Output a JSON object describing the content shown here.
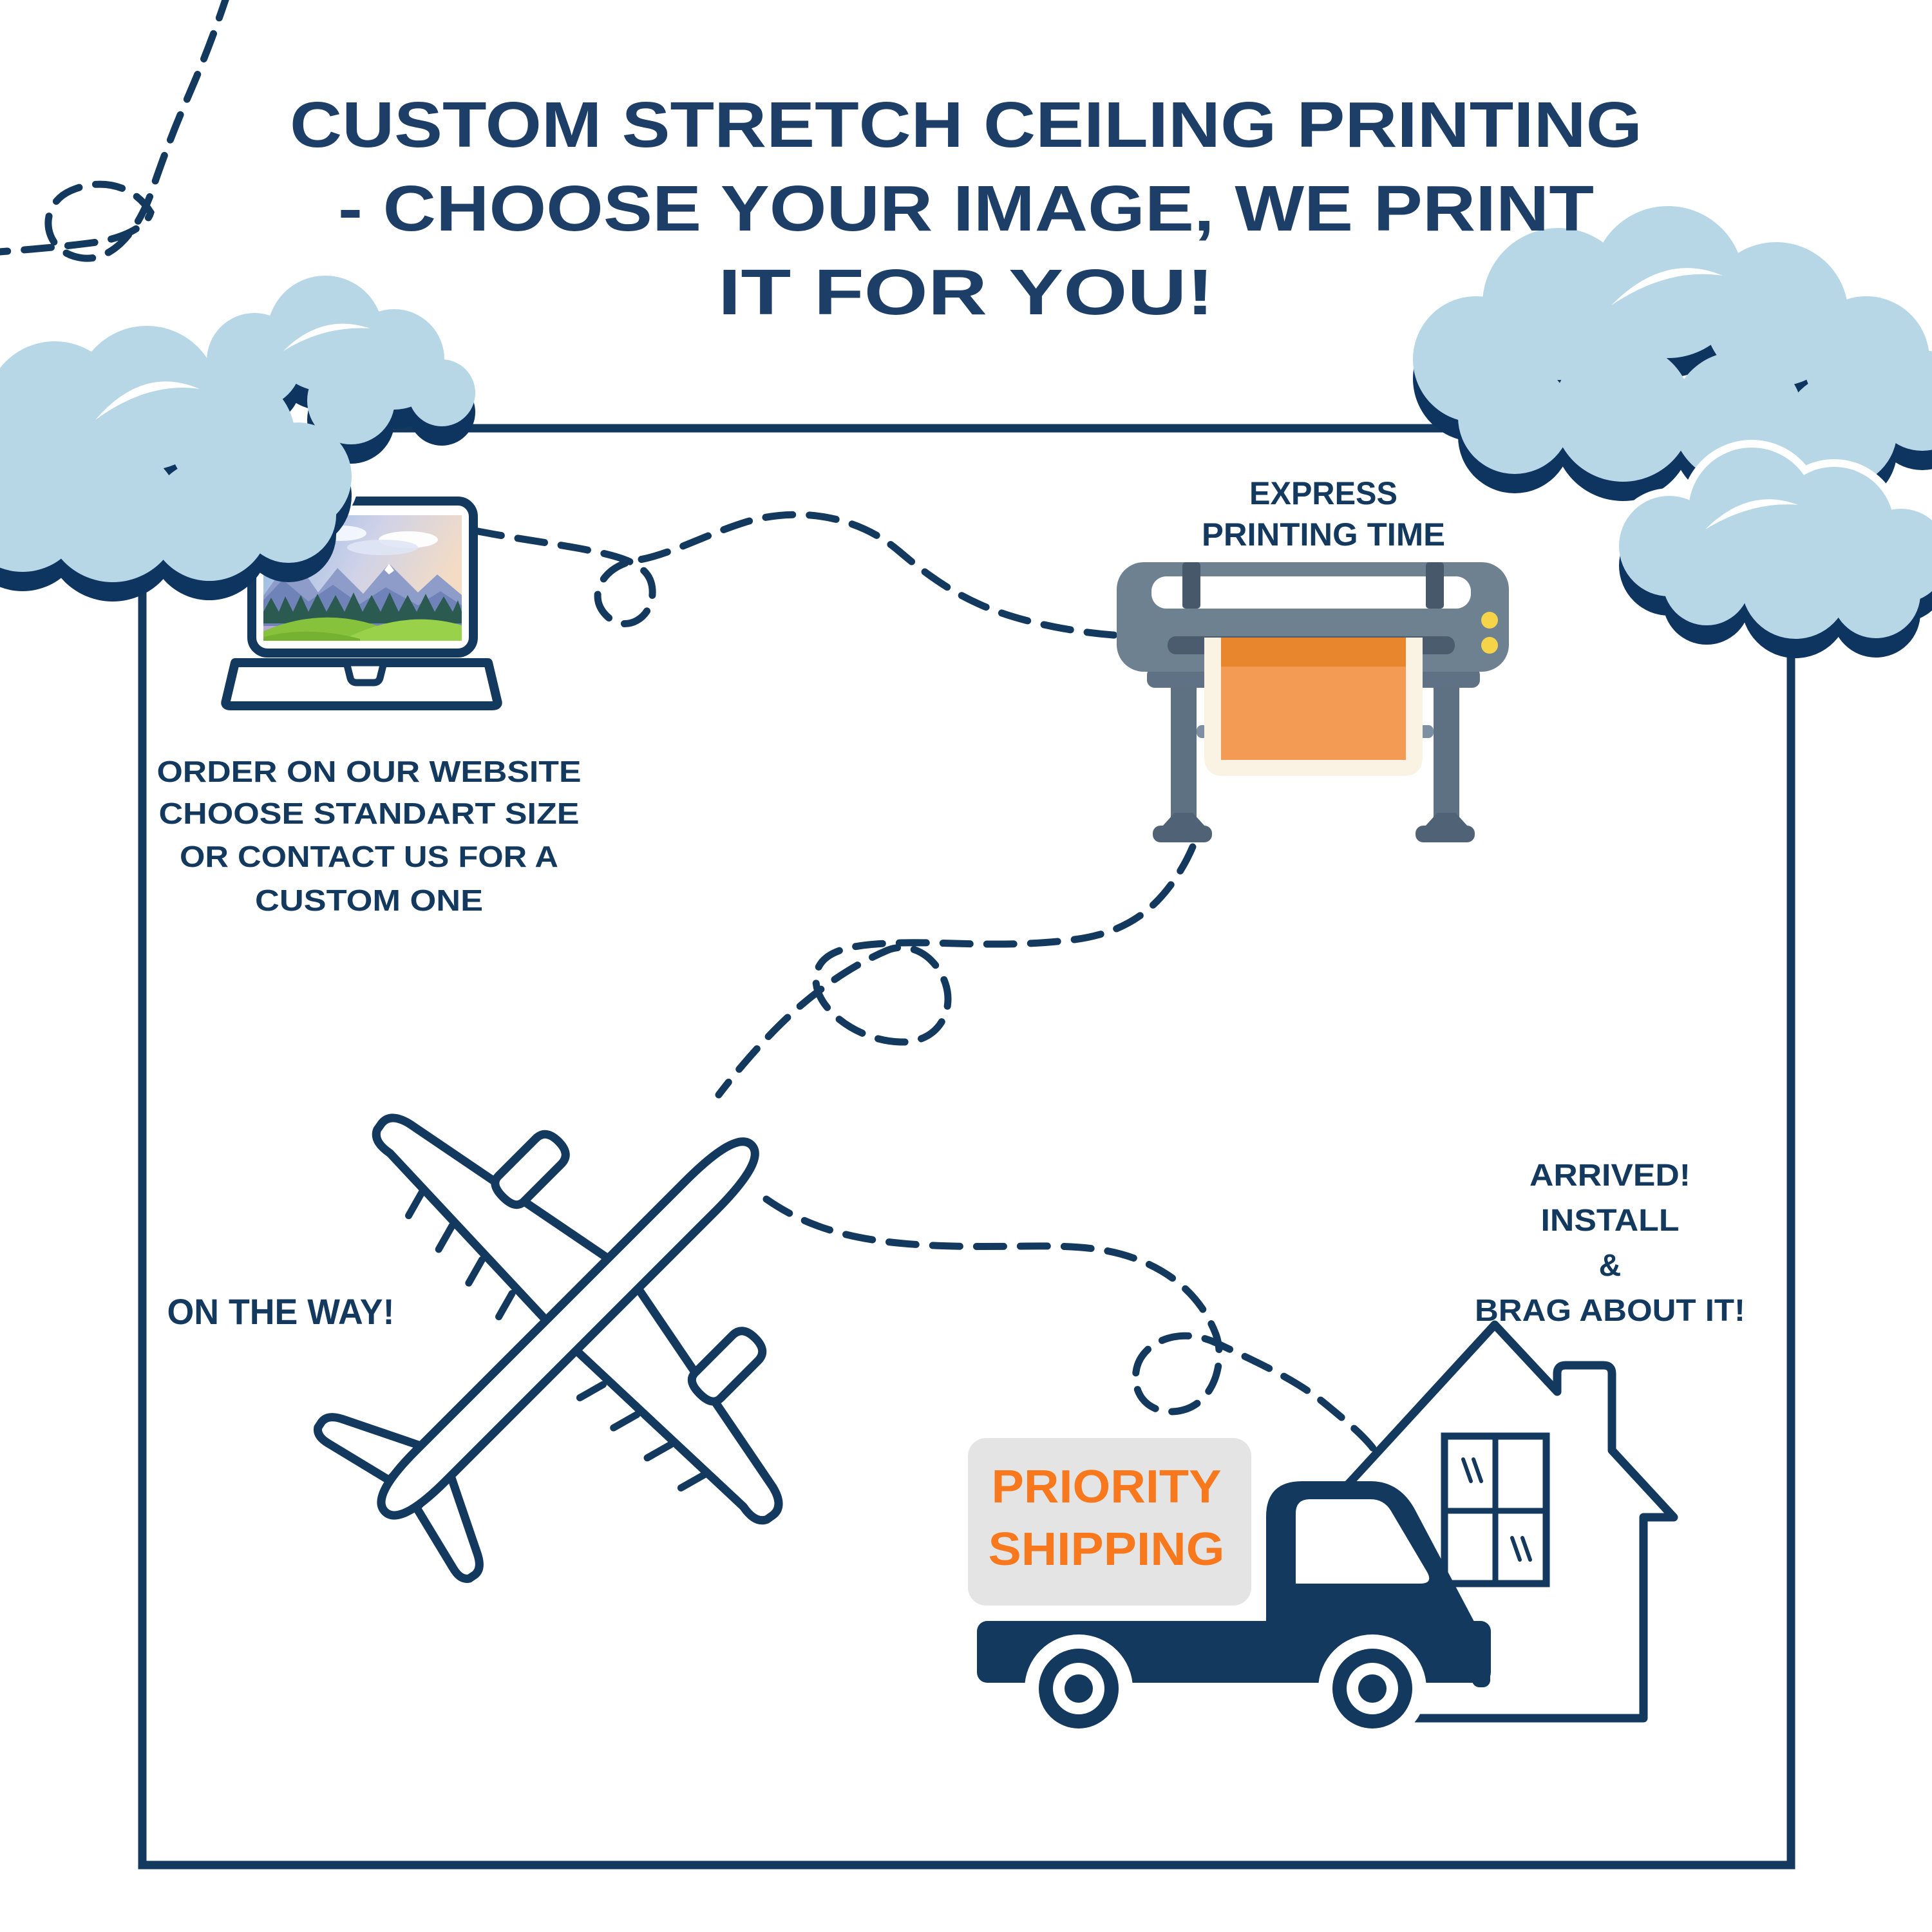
{
  "title": {
    "lines": [
      "CUSTOM STRETCH CEILING PRINTING",
      "- CHOOSE YOUR IMAGE, WE PRINT",
      "IT FOR YOU!"
    ]
  },
  "steps": {
    "order": {
      "caption_lines": [
        "ORDER ON OUR WEBSITE",
        "CHOOSE STANDART SIZE",
        "OR CONTACT US FOR A",
        "CUSTOM ONE"
      ]
    },
    "print": {
      "caption_lines": [
        "EXPRESS",
        "PRINTING TIME"
      ]
    },
    "fly": {
      "caption": "ON THE WAY!"
    },
    "deliver": {
      "badge_lines": [
        "PRIORITY",
        "SHIPPING"
      ]
    },
    "arrive": {
      "caption_lines": [
        "ARRIVED!",
        "INSTALL",
        "&",
        "BRAG ABOUT IT!"
      ]
    }
  },
  "colors": {
    "navy": "#14395f",
    "cloud_blue": "#b7d7e6",
    "accent_orange": "#f8791d",
    "paper_orange": "#f39b55",
    "paper_orange_dark": "#e8862e",
    "paper_cream": "#faf3e3",
    "printer_gray": "#6e8191",
    "printer_dark_gray": "#4b5c6e",
    "printer_leg_gray": "#5d7183",
    "badge_gray": "#e4e4e4",
    "button_yellow": "#f6d44a"
  }
}
